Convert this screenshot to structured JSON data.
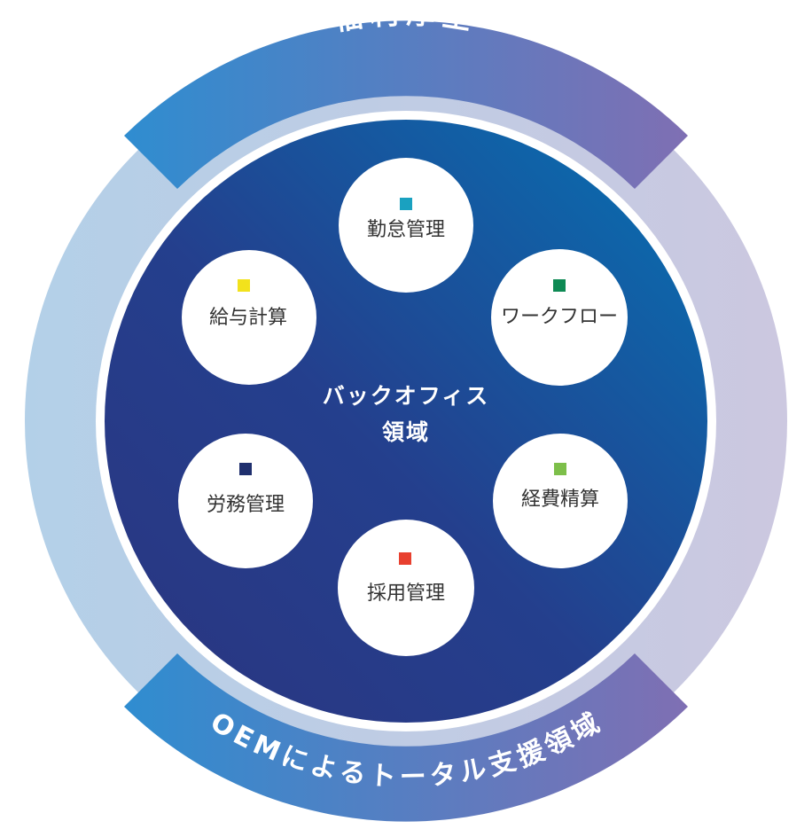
{
  "outer_ring": {
    "top_label": "福利厚生",
    "bottom_label": "OEMによるトータル支援領域"
  },
  "center": {
    "line1": "バックオフィス",
    "line2": "領域"
  },
  "nodes": [
    {
      "label": "勤怠管理",
      "marker_color": "#1aa1c0"
    },
    {
      "label": "ワークフロー",
      "marker_color": "#0e8a54"
    },
    {
      "label": "経費精算",
      "marker_color": "#7dbf4a"
    },
    {
      "label": "採用管理",
      "marker_color": "#e8402f"
    },
    {
      "label": "労務管理",
      "marker_color": "#1f2f6e"
    },
    {
      "label": "給与計算",
      "marker_color": "#f2e21c"
    }
  ],
  "colors": {
    "ring_light_left": "#b3d0e8",
    "ring_light_right": "#ccc8e0",
    "band_left": "#2f8dd0",
    "band_right": "#7f6fb3",
    "core_dark": "#29357f",
    "core_light": "#0b6fb0"
  }
}
